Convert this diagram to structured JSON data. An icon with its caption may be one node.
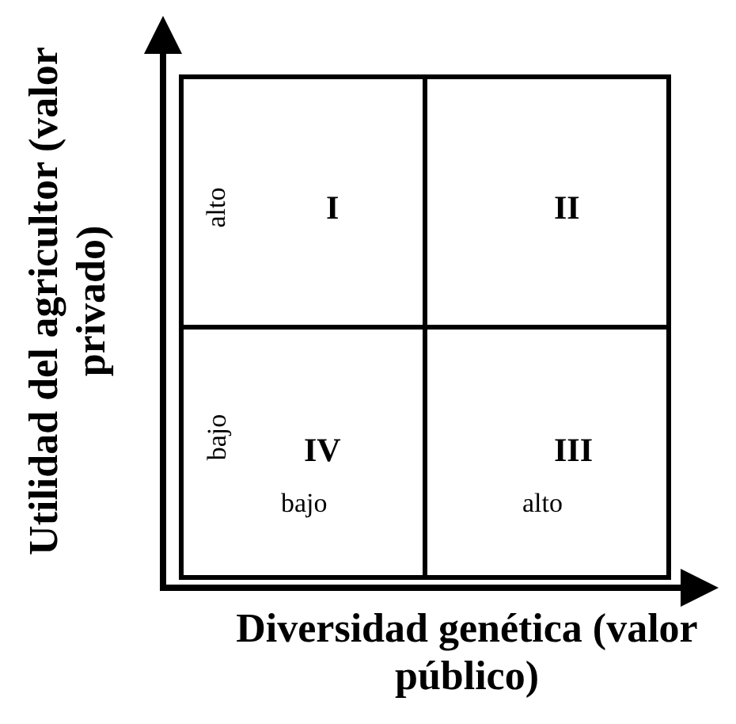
{
  "diagram": {
    "nodes": [
      {
        "text": [
          "I"
        ]
      },
      {
        "text": [
          "II"
        ]
      },
      {
        "text": [
          "IV"
        ]
      },
      {
        "text": [
          "III"
        ]
      }
    ],
    "labels": [
      "Utilidad del agricultor (valor privado)",
      "alto",
      "bajo",
      "bajo",
      "alto",
      "Diversidad genética (valor público)"
    ]
  }
}
